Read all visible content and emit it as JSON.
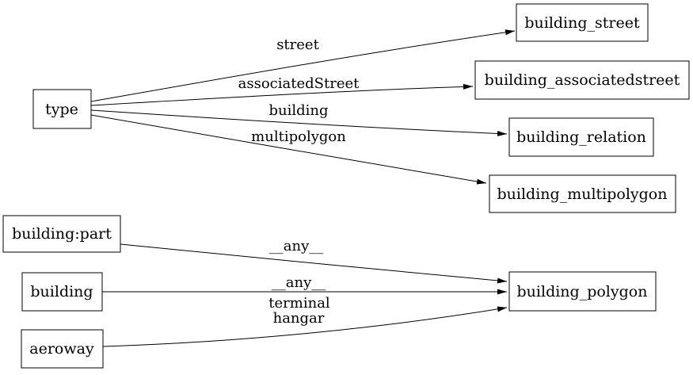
{
  "diagram": {
    "background_color": "#ffffff",
    "line_color": "#000000",
    "text_color": "#000000",
    "nodes": [
      {
        "id": "type",
        "label": "type"
      },
      {
        "id": "building_street",
        "label": "building_street"
      },
      {
        "id": "building_associatedstreet",
        "label": "building_associatedstreet"
      },
      {
        "id": "building_relation",
        "label": "building_relation"
      },
      {
        "id": "building_multipolygon",
        "label": "building_multipolygon"
      },
      {
        "id": "building_polygon",
        "label": "building_polygon"
      },
      {
        "id": "building_part",
        "label": "building:part"
      },
      {
        "id": "building",
        "label": "building"
      },
      {
        "id": "aeroway",
        "label": "aeroway"
      }
    ],
    "edges": [
      {
        "from": "type",
        "to": "building_street",
        "label": "street"
      },
      {
        "from": "type",
        "to": "building_associatedstreet",
        "label": "associatedStreet"
      },
      {
        "from": "type",
        "to": "building_relation",
        "label": "building"
      },
      {
        "from": "type",
        "to": "building_multipolygon",
        "label": "multipolygon"
      },
      {
        "from": "building:part",
        "to": "building_polygon",
        "label": "__any__"
      },
      {
        "from": "building",
        "to": "building_polygon",
        "label": "__any__"
      },
      {
        "from": "aeroway",
        "to": "building_polygon",
        "label_lines": [
          "terminal",
          "hangar"
        ]
      }
    ]
  }
}
